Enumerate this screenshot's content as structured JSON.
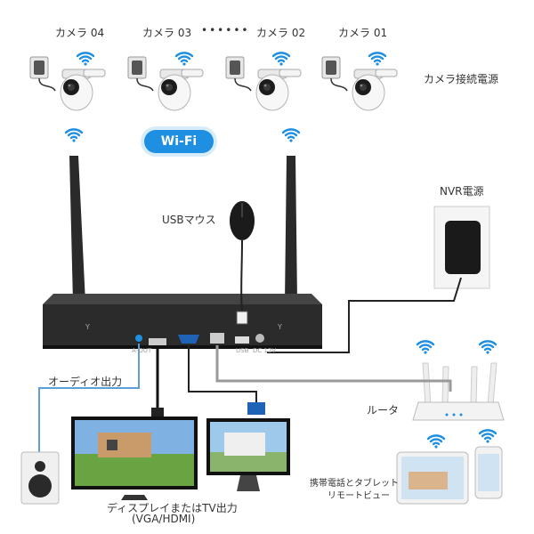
{
  "cameras": [
    {
      "label": "カメラ 04"
    },
    {
      "label": "カメラ 03"
    },
    {
      "label": "カメラ 02"
    },
    {
      "label": "カメラ 01"
    }
  ],
  "dots": "••••••",
  "labels": {
    "camera_power": "カメラ接続電源",
    "wifi": "Wi-Fi",
    "usb_mouse": "USBマウス",
    "nvr_power": "NVR電源",
    "audio_out": "オーディオ出力",
    "router": "ルータ",
    "display_line1": "ディスプレイまたはTV出力",
    "display_line2": "(VGA/HDMI)",
    "mobile_line1": "携帯電話とタブレット",
    "mobile_line2": "リモートビュー",
    "port_aout": "A-OUT",
    "port_usb": "USB",
    "port_dc": "DC 12V"
  },
  "colors": {
    "accent": "#1e8fe1",
    "nvr": "#2b2b2b",
    "cable_gray": "#9a9a9a"
  },
  "icons": [
    "wifi-icon",
    "power-adapter-icon",
    "camera-icon",
    "mouse-icon",
    "speaker-icon",
    "monitor-icon",
    "router-icon",
    "tablet-icon",
    "phone-icon",
    "antenna-icon"
  ]
}
